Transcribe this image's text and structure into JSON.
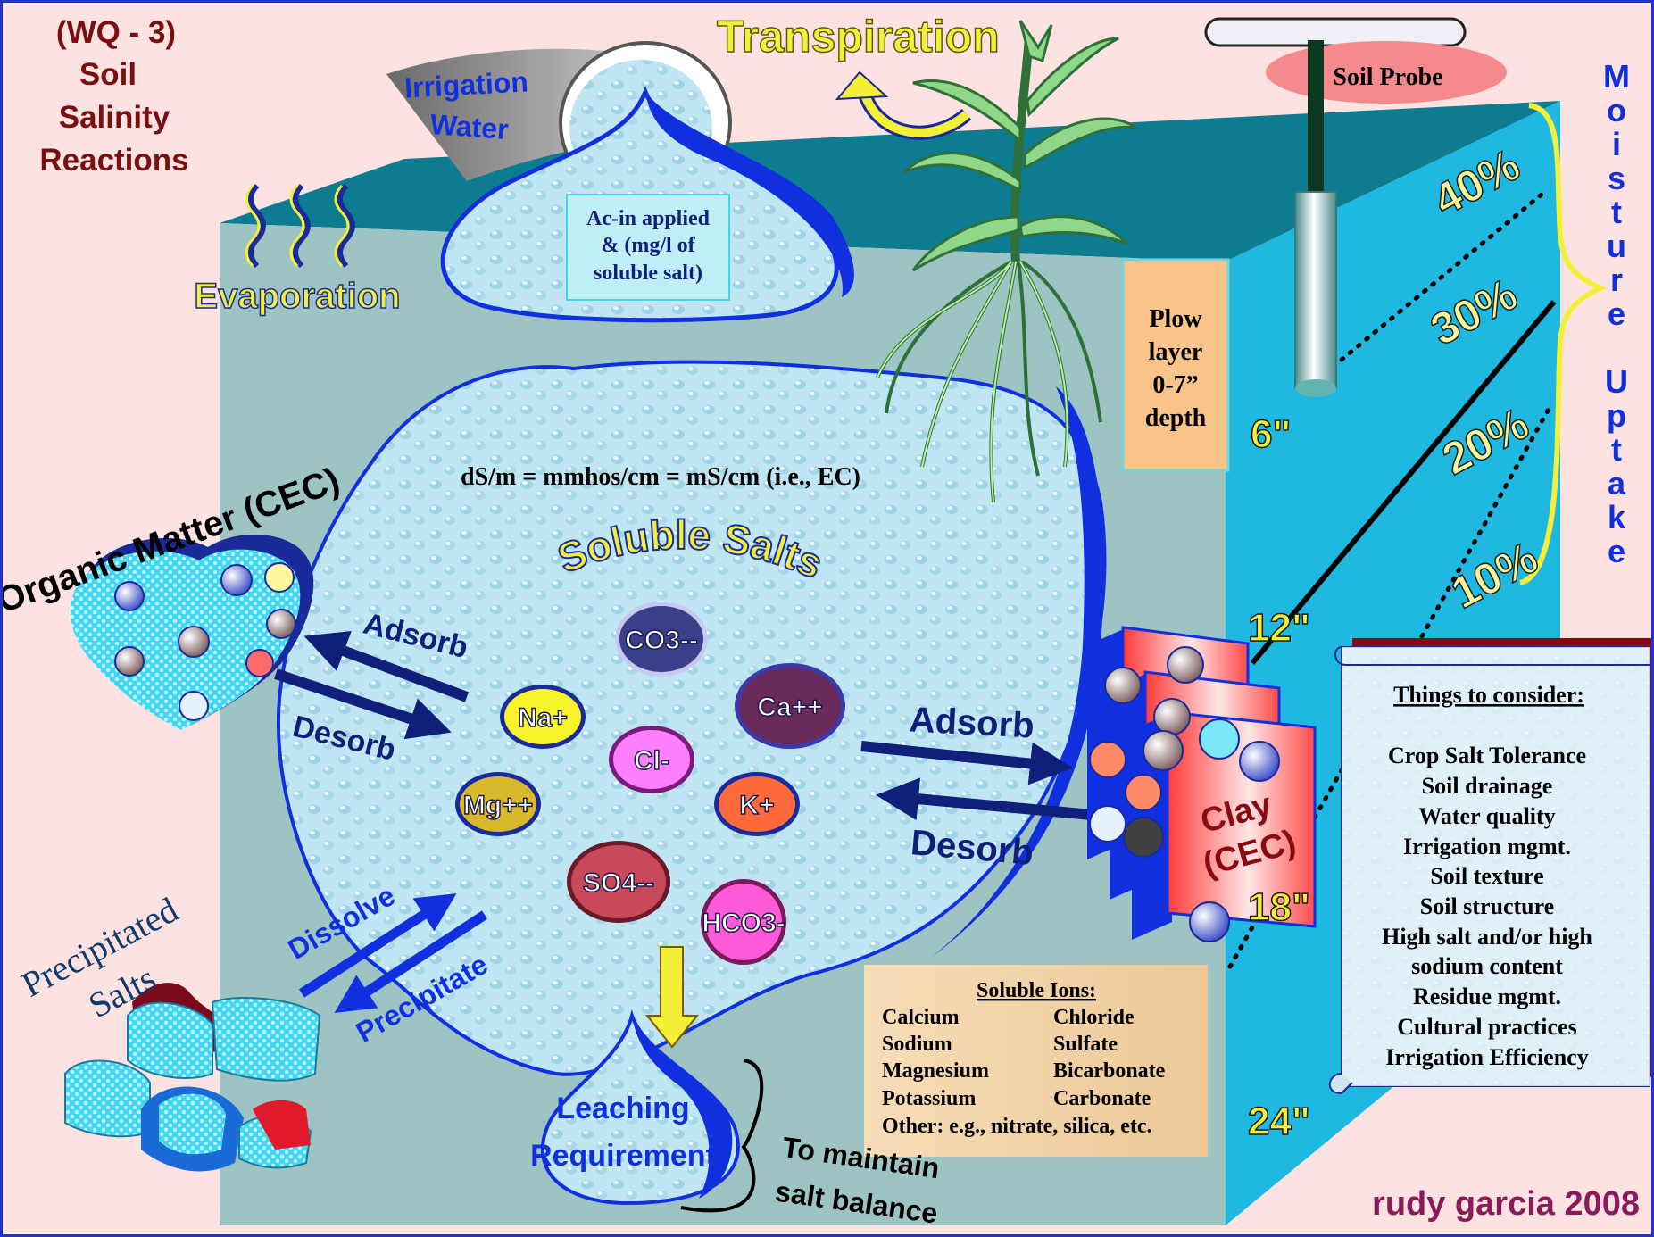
{
  "title": {
    "line1": "(WQ - 3)",
    "line2": "Soil",
    "line3": "Salinity",
    "line4": "Reactions"
  },
  "labels": {
    "transpiration": "Transpiration",
    "soil_probe": "Soil Probe",
    "irrigation_line1": "Irrigation",
    "irrigation_line2": "Water",
    "applied_line1": "Ac-in applied",
    "applied_line2": "& (mg/l of",
    "applied_line3": "soluble salt)",
    "evaporation": "Evaporation",
    "plow_line1": "Plow",
    "plow_line2": "layer",
    "plow_line3": "0-7”",
    "plow_line4": "depth",
    "ec_formula": "dS/m = mmhos/cm = mS/cm (i.e., EC)",
    "soluble_salts": "Soluble Salts",
    "organic_matter": "Organic Matter (CEC)",
    "adsorb_left": "Adsorb",
    "desorb_left": "Desorb",
    "adsorb_right": "Adsorb",
    "desorb_right": "Desorb",
    "clay_line1": "Clay",
    "clay_line2": "(CEC)",
    "precip_line1": "Precipitated",
    "precip_line2": "Salts",
    "dissolve": "Dissolve",
    "precipitate": "Precipitate",
    "leaching_line1": "Leaching",
    "leaching_line2": "Requirement",
    "maintain_line1": "To maintain",
    "maintain_line2": "salt balance",
    "moisture_uptake": "Moisture Uptake",
    "credit": "rudy garcia 2008"
  },
  "depths": [
    "6\"",
    "12\"",
    "18\"",
    "24\""
  ],
  "moisture_levels": [
    "40%",
    "30%",
    "20%",
    "10%"
  ],
  "ions": [
    {
      "label": "CO3--",
      "fill": "#3a3f8a",
      "ring": "#c8c8f0"
    },
    {
      "label": "Na+",
      "fill": "#f7f22a",
      "ring": "#1a2a9a"
    },
    {
      "label": "Ca++",
      "fill": "#6a2a5a",
      "ring": "#3a3aaa"
    },
    {
      "label": "Cl-",
      "fill": "#ff80ff",
      "ring": "#7a1a7a"
    },
    {
      "label": "Mg++",
      "fill": "#d9b82a",
      "ring": "#1a2a9a"
    },
    {
      "label": "K+",
      "fill": "#ff6a3a",
      "ring": "#1a2a9a"
    },
    {
      "label": "SO4--",
      "fill": "#c84a5a",
      "ring": "#6a1a2a"
    },
    {
      "label": "HCO3-",
      "fill": "#ff5ad8",
      "ring": "#7a1a5a"
    }
  ],
  "soluble_ions": {
    "heading": "Soluble Ions:",
    "left": [
      "Calcium",
      "Sodium",
      "Magnesium",
      "Potassium"
    ],
    "right": [
      "Chloride",
      "Sulfate",
      "Bicarbonate",
      "Carbonate"
    ],
    "other": "Other: e.g., nitrate, silica, etc."
  },
  "considerations": {
    "heading": "Things to consider:",
    "items": [
      "Crop Salt Tolerance",
      "Soil drainage",
      "Water quality",
      "Irrigation mgmt.",
      "Soil texture",
      "Soil structure",
      "High salt and/or high",
      "sodium content",
      "Residue mgmt.",
      "Cultural practices",
      "Irrigation Efficiency"
    ]
  },
  "colors": {
    "background": "#fde2e2",
    "water": "#bfe6f2",
    "box_front": "#9dc3c2",
    "box_side": "#1fb8e0",
    "box_top": "#0d7c90",
    "title": "#7a0f12",
    "accent_yellow": "#f4f03a",
    "arrow_blue": "#0f1f7a"
  }
}
